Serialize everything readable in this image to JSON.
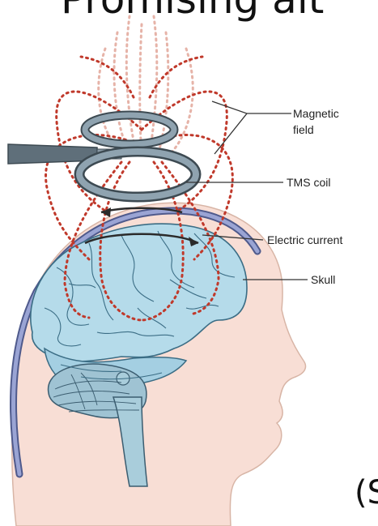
{
  "slide": {
    "title_fragment": "Promising alt",
    "footer_fragment": "(S"
  },
  "diagram": {
    "labels": {
      "magnetic_field_line1": "Magnetic",
      "magnetic_field_line2": "field",
      "tms_coil": "TMS coil",
      "electric_current": "Electric current",
      "skull": "Skull"
    }
  },
  "colors": {
    "field_lines": "#c0392b",
    "field_lines_faint": "#e6b3a8",
    "coil": "#6f8796",
    "skull": "#7a86b8",
    "head_skin": "#f8ded5",
    "brain": "#a9d4e6",
    "brain_edge": "#3b6d85"
  }
}
